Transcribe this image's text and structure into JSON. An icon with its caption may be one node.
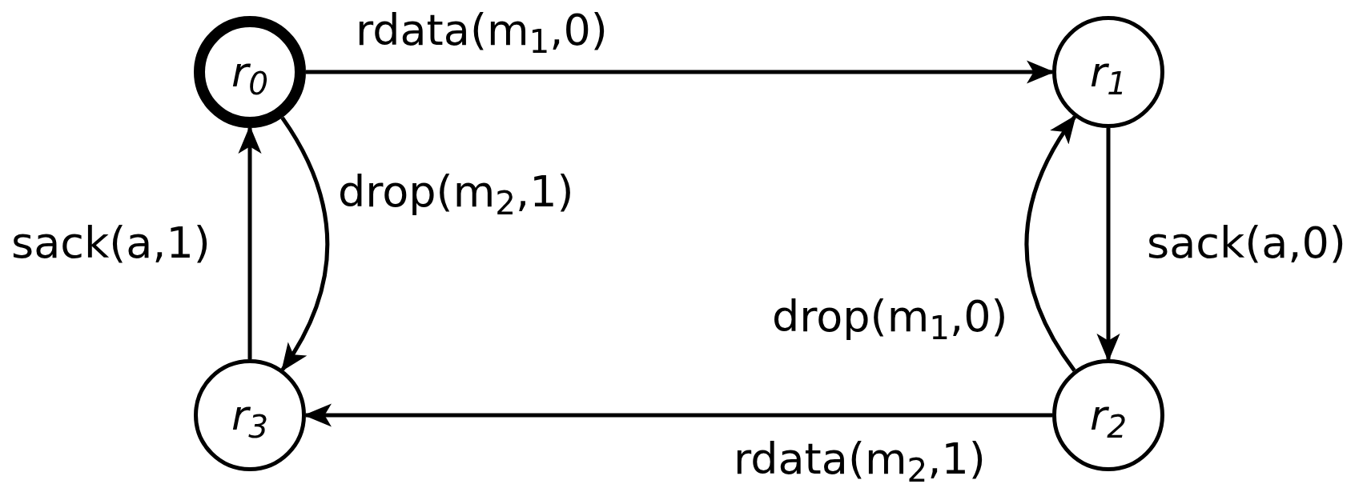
{
  "diagram": {
    "nodes": [
      {
        "text": [
          "r$_{0}$"
        ]
      },
      {
        "text": [
          "r$_{1}$"
        ]
      },
      {
        "text": [
          "r$_{2}$"
        ]
      },
      {
        "text": [
          "r$_{3}$"
        ]
      }
    ],
    "edges": [
      {
        "from": 0,
        "to": 1,
        "arrow": "to",
        "label": "rdata(m$_{1}$,0)"
      },
      {
        "from": 0,
        "to": 3,
        "arrow": "to",
        "label": "drop(m$_{2}$,1)"
      },
      {
        "from": 3,
        "to": 0,
        "arrow": "to",
        "label": "sack(a,1)"
      },
      {
        "from": 1,
        "to": 2,
        "arrow": "to",
        "label": "sack(a,0)"
      },
      {
        "from": 2,
        "to": 1,
        "arrow": "to",
        "label": "drop(m$_{1}$,0)"
      },
      {
        "from": 2,
        "to": 3,
        "arrow": "to",
        "label": "rdata(m$_{2}$,1)"
      }
    ]
  }
}
